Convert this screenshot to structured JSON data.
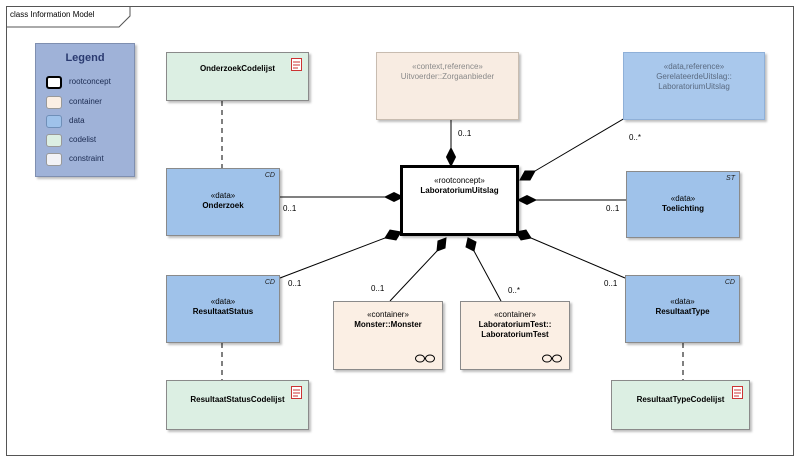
{
  "diagram": {
    "tab_label": "class Information Model"
  },
  "legend": {
    "title": "Legend",
    "items": [
      {
        "label": "rootconcept",
        "color": "#ffffff"
      },
      {
        "label": "container",
        "color": "#fbefe4"
      },
      {
        "label": "data",
        "color": "#9fc2ea"
      },
      {
        "label": "codelist",
        "color": "#dcefe3"
      },
      {
        "label": "constraint",
        "color": "#f2f2f6"
      }
    ]
  },
  "classes": {
    "onderzoek_codelijst": {
      "name": "OnderzoekCodelijst"
    },
    "uitvoerder": {
      "stereotype": "«context,reference»",
      "name": "Uitvoerder::Zorgaanbieder"
    },
    "gerelateerde": {
      "stereotype": "«data,reference»",
      "name_line1": "GerelateerdeUitslag::",
      "name_line2": "LaboratoriumUitslag"
    },
    "root": {
      "stereotype": "«rootconcept»",
      "name": "LaboratoriumUitslag"
    },
    "onderzoek": {
      "stereotype": "«data»",
      "name": "Onderzoek",
      "tag": "CD"
    },
    "toelichting": {
      "stereotype": "«data»",
      "name": "Toelichting",
      "tag": "ST"
    },
    "resultaat_status": {
      "stereotype": "«data»",
      "name": "ResultaatStatus",
      "tag": "CD"
    },
    "monster": {
      "stereotype": "«container»",
      "name": "Monster::Monster"
    },
    "laboratorium_test": {
      "stereotype": "«container»",
      "name_line1": "LaboratoriumTest::",
      "name_line2": "LaboratoriumTest"
    },
    "resultaat_type": {
      "stereotype": "«data»",
      "name": "ResultaatType",
      "tag": "CD"
    },
    "resultaat_status_codelijst": {
      "name": "ResultaatStatusCodelijst"
    },
    "resultaat_type_codelijst": {
      "name": "ResultaatTypeCodelijst"
    }
  },
  "multiplicities": {
    "uitvoerder": "0..1",
    "gerelateerde": "0..*",
    "onderzoek": "0..1",
    "toelichting": "0..1",
    "resultaat_status": "0..1",
    "monster": "0..1",
    "laboratorium_test": "0..*",
    "resultaat_type": "0..1"
  }
}
